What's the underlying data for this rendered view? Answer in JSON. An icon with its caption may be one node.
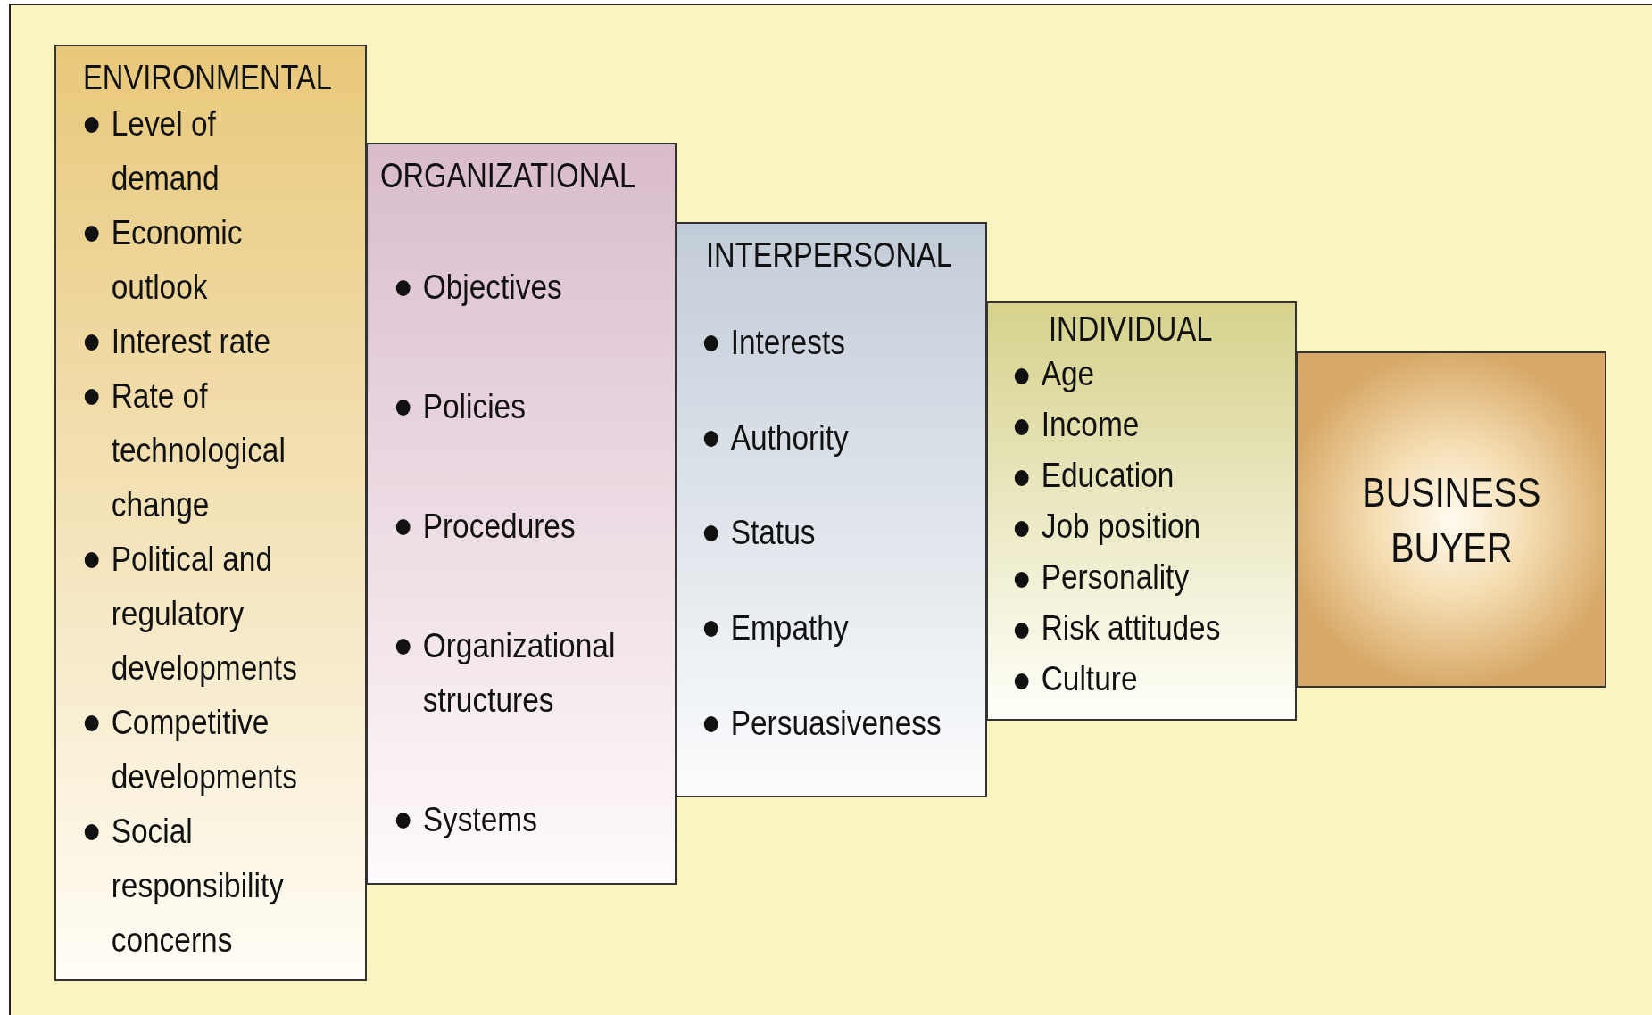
{
  "diagram": {
    "nodes": [
      {
        "text": [
          "ENVIRONMENTAL",
          "Level of demand",
          "Economic outlook",
          "Interest rate",
          "Rate of technological change",
          "Political and regulatory developments",
          "Competitive developments",
          "Social responsibility concerns"
        ]
      },
      {
        "text": [
          "ORGANIZATIONAL",
          "Objectives",
          "Policies",
          "Procedures",
          "Organizational structures",
          "Systems"
        ]
      },
      {
        "text": [
          "INTERPERSONAL",
          "Interests",
          "Authority",
          "Status",
          "Empathy",
          "Persuasiveness"
        ]
      },
      {
        "text": [
          "INDIVIDUAL",
          "Age",
          "Income",
          "Education",
          "Job position",
          "Personality",
          "Risk attitudes",
          "Culture"
        ]
      },
      {
        "text": [
          "BUSINESS BUYER"
        ]
      }
    ]
  }
}
